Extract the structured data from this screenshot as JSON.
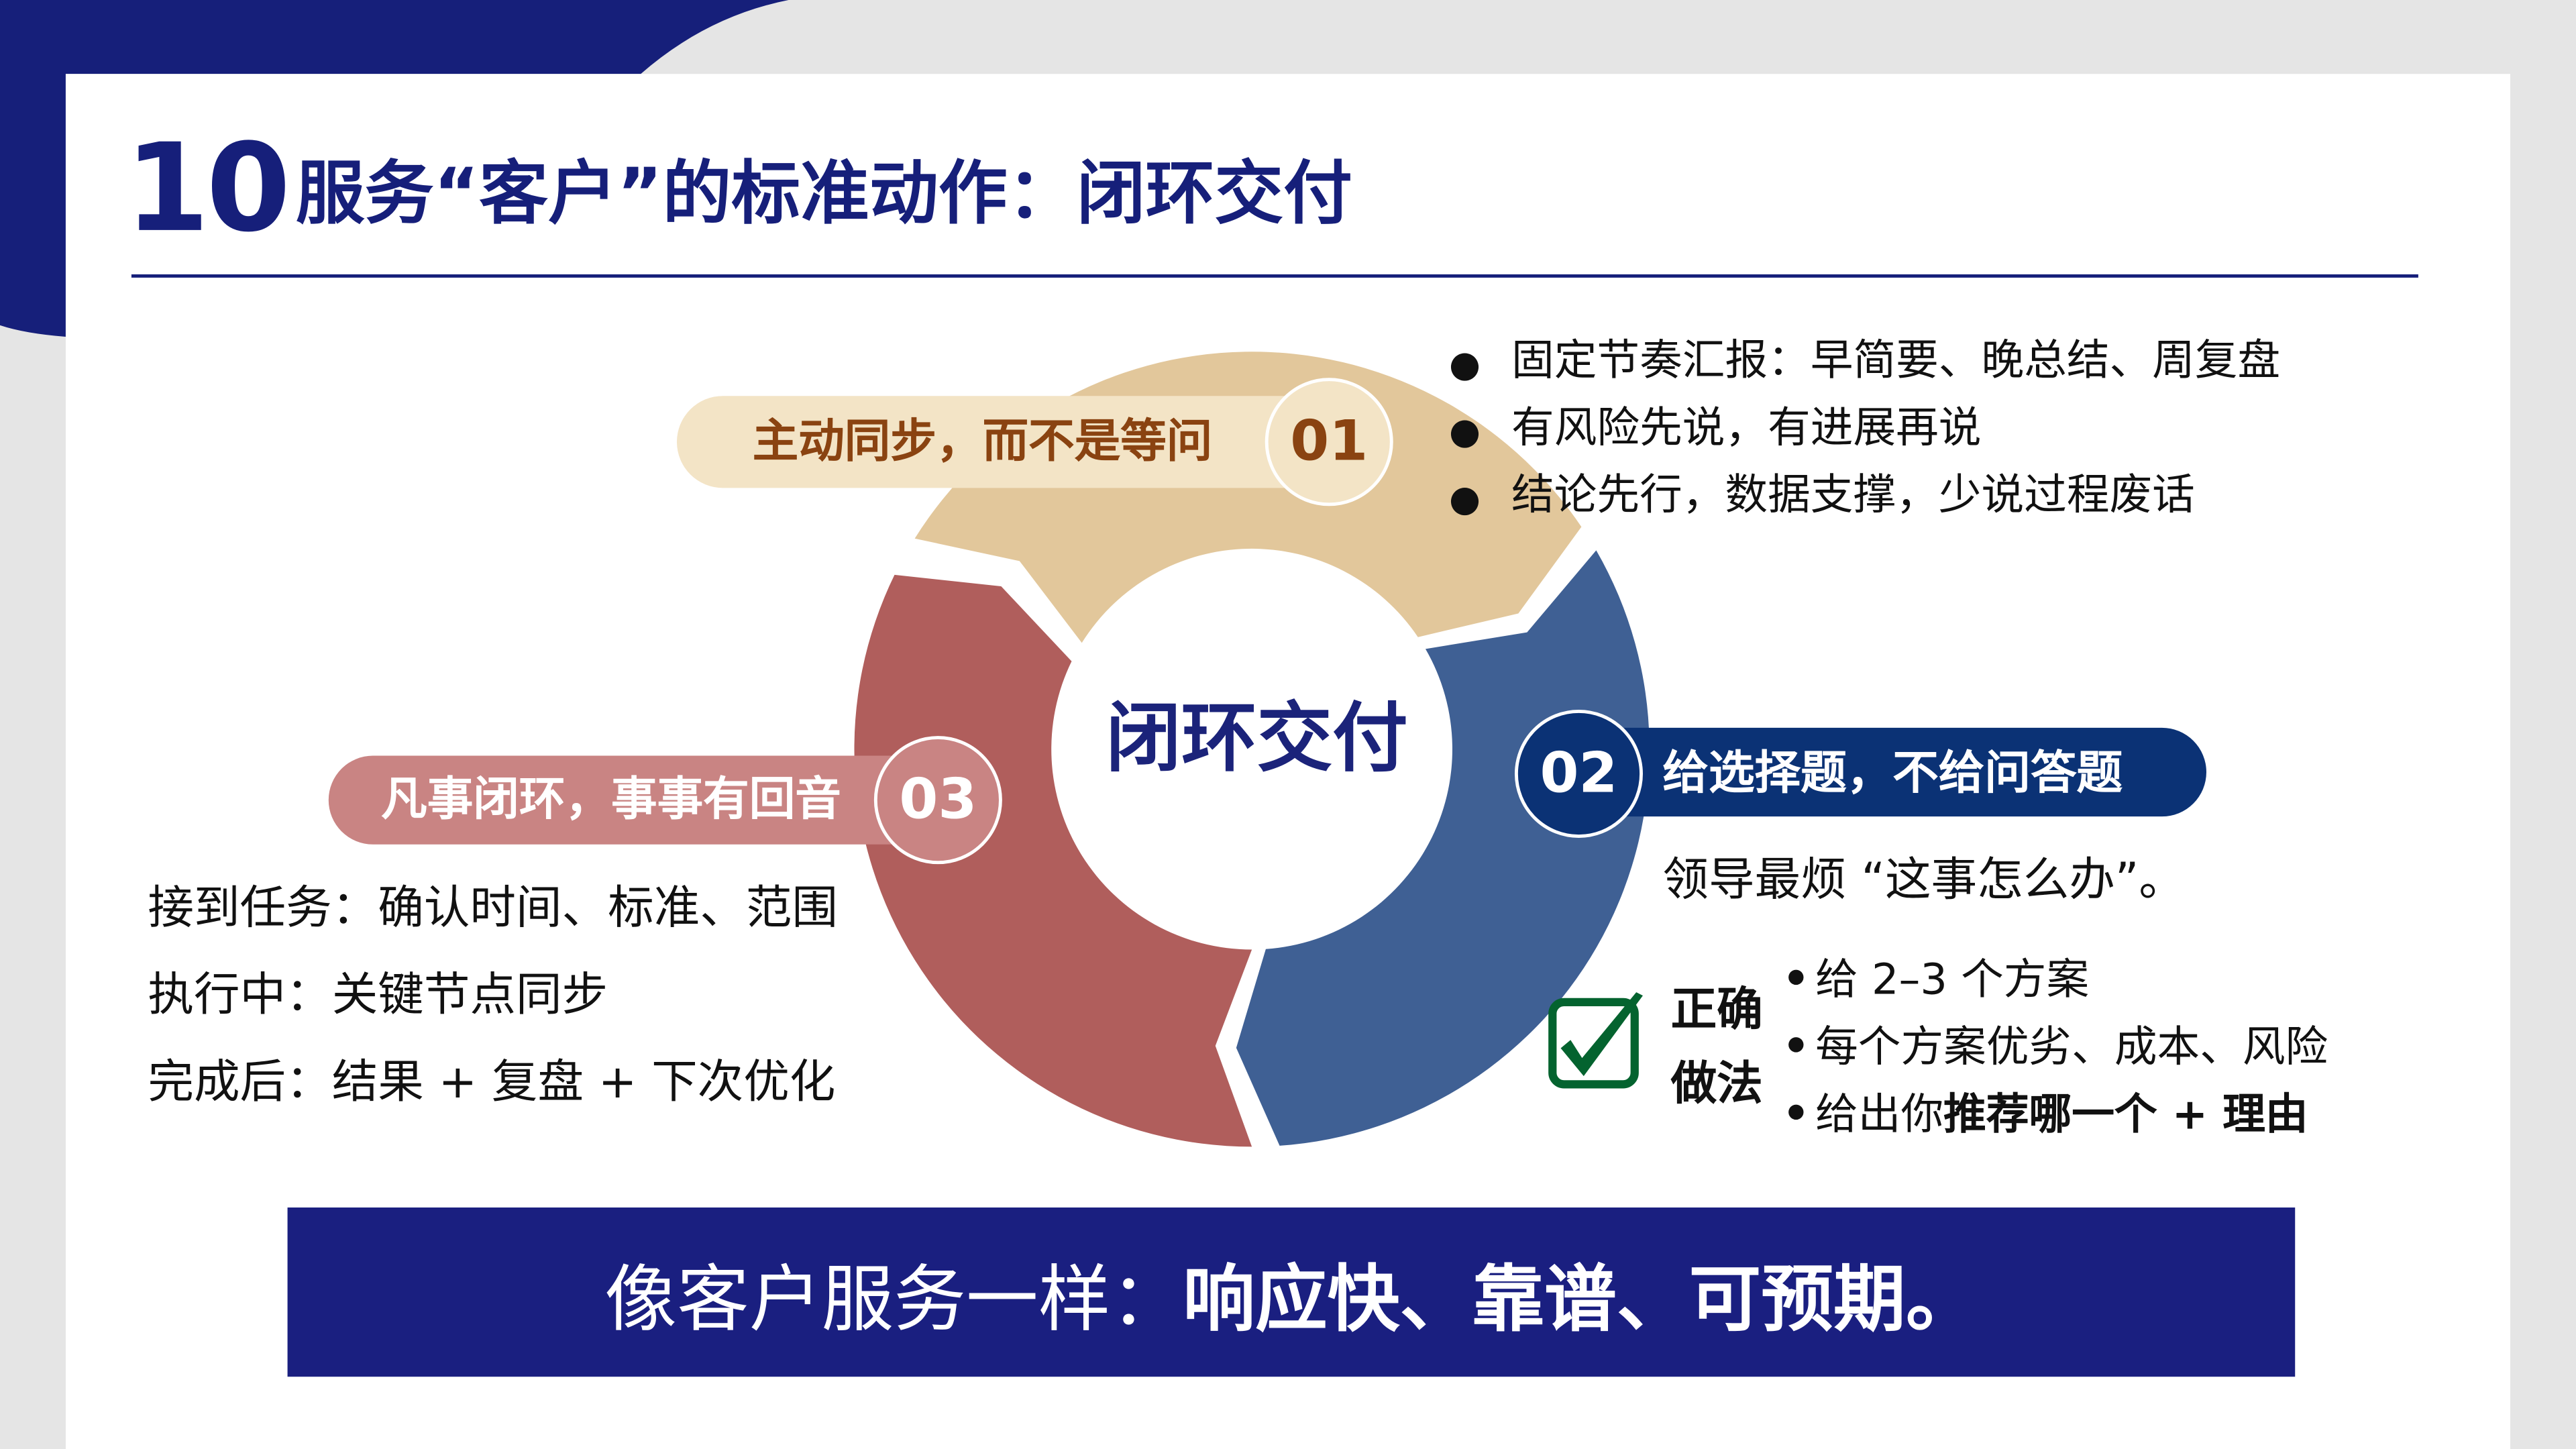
{
  "title": {
    "number": "10",
    "text": "服务“客户”的标准动作：闭环交付"
  },
  "center_label": "闭环交付",
  "step1": {
    "num": "01",
    "heading": "主动同步，而不是等问",
    "bullets": [
      "固定节奏汇报：早简要、晚总结、周复盘",
      "有风险先说，有进展再说",
      "结论先行，数据支撑，少说过程废话"
    ]
  },
  "step2": {
    "num": "02",
    "heading": "给选择题，不给问答题",
    "pain": "领导最烦 “这事怎么办”。",
    "correct_label_1": "正确",
    "correct_label_2": "做法",
    "bullets": [
      {
        "normal": "给 2–3 个方案",
        "bold": ""
      },
      {
        "normal": "每个方案优劣、成本、风险",
        "bold": ""
      },
      {
        "normal": "给出你",
        "bold": "推荐哪一个 + 理由"
      }
    ]
  },
  "step3": {
    "num": "03",
    "heading": "凡事闭环，事事有回音",
    "lines": [
      "接到任务：确认时间、标准、范围",
      "执行中：关键节点同步",
      "完成后：结果 + 复盘 + 下次优化"
    ]
  },
  "banner": {
    "normal": "像客户服务一样：",
    "bold": "响应快、靠谱、可预期。"
  },
  "colors": {
    "navy": "#161F7A",
    "tan": "#E2C79B",
    "red": "#B05E5C",
    "blue": "#3F6094",
    "pill_blue": "#0B3275",
    "pill_red": "#C98483",
    "pill_tan": "#F3E4C6",
    "brown": "#8A4311",
    "check_green": "#04632F"
  },
  "icons": {
    "check": "checkbox-checked-icon",
    "bullet": "bullet-dot-icon"
  }
}
